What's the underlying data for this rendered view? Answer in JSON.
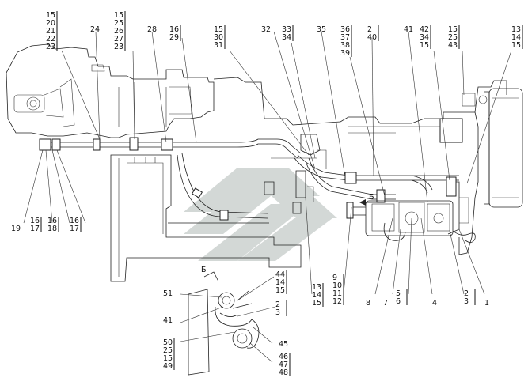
{
  "logo_color": "#cfd4d2",
  "labels": {
    "t1": [
      "15",
      "20",
      "21",
      "22",
      "23"
    ],
    "t2": "24",
    "t3": [
      "15",
      "25",
      "26",
      "27",
      "23"
    ],
    "t4": "28",
    "t5": [
      "16",
      "29"
    ],
    "t6": [
      "15",
      "30",
      "31"
    ],
    "t7": "32",
    "t8": [
      "33",
      "34"
    ],
    "t9": "35",
    "t10": [
      "36",
      "37",
      "38",
      "39"
    ],
    "t11": [
      "2",
      "40"
    ],
    "t12": "41",
    "t13": [
      "42",
      "34",
      "15"
    ],
    "t14": [
      "15",
      "25",
      "43"
    ],
    "t15": [
      "13",
      "14",
      "15"
    ],
    "b1": "19",
    "b2": [
      "16",
      "17"
    ],
    "b3": [
      "16",
      "18"
    ],
    "b4": [
      "16",
      "17"
    ],
    "b5": [
      "13",
      "14",
      "15"
    ],
    "b6": [
      "9",
      "10",
      "11",
      "12"
    ],
    "b7": "8",
    "b8": "7",
    "b9": [
      "5",
      "6"
    ],
    "b10": "4",
    "b11": [
      "2",
      "3"
    ],
    "b12": "1",
    "arrow_b_main": "Б",
    "arrow_b_detail": "Б",
    "d1": [
      "44",
      "14",
      "15"
    ],
    "d2": "51",
    "d3": [
      "2",
      "3"
    ],
    "d4": "41",
    "d5": [
      "50",
      "25",
      "15",
      "49"
    ],
    "d6": "45",
    "d7": [
      "46",
      "47",
      "48"
    ]
  }
}
